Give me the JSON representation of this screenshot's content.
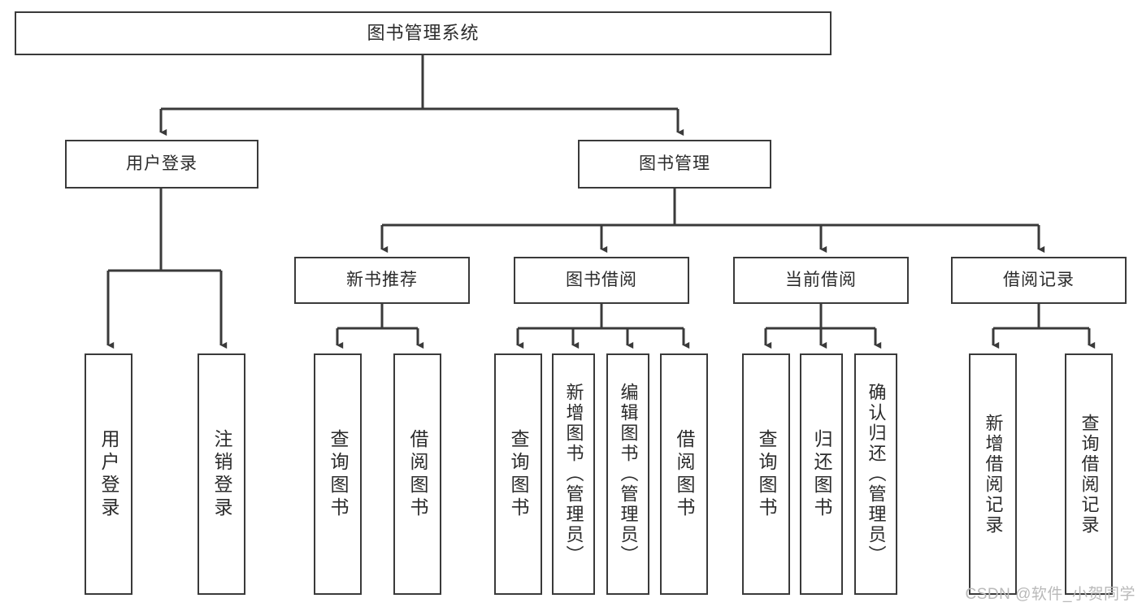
{
  "diagram": {
    "title": "图书管理系统",
    "root": {
      "label": "图书管理系统"
    },
    "level2": [
      {
        "label": "用户登录"
      },
      {
        "label": "图书管理"
      }
    ],
    "level3": [
      {
        "label": "新书推荐"
      },
      {
        "label": "图书借阅"
      },
      {
        "label": "当前借阅"
      },
      {
        "label": "借阅记录"
      }
    ],
    "leaves": [
      {
        "label": "用户登录"
      },
      {
        "label": "注销登录"
      },
      {
        "label": "查询图书"
      },
      {
        "label": "借阅图书"
      },
      {
        "label": "查询图书"
      },
      {
        "label": "新增图书（管理员）"
      },
      {
        "label": "编辑图书（管理员）"
      },
      {
        "label": "借阅图书"
      },
      {
        "label": "查询图书"
      },
      {
        "label": "归还图书"
      },
      {
        "label": "确认归还（管理员）"
      },
      {
        "label": "新增借阅记录"
      },
      {
        "label": "查询借阅记录"
      }
    ]
  },
  "watermark": {
    "text": "CSDN @软件_小贺同学"
  },
  "colors": {
    "stroke": "#3a3a3a",
    "box_fill": "#ffffff",
    "text": "#2b2b2b",
    "watermark": "#b9b9b9",
    "background": "#ffffff"
  }
}
